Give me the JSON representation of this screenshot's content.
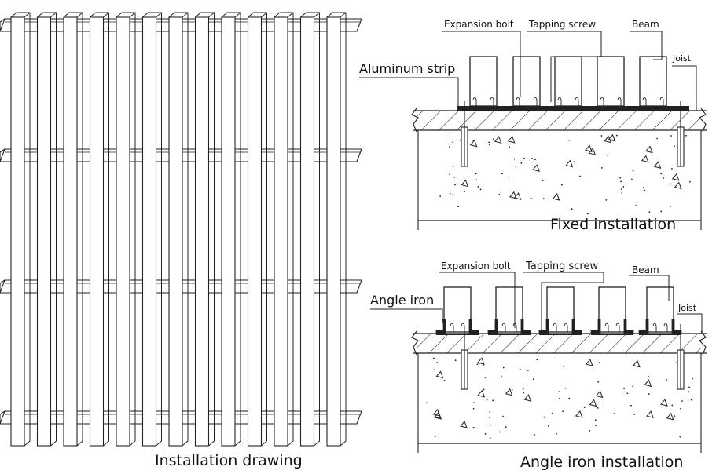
{
  "left_panel": {
    "caption": "Installation drawing"
  },
  "fixed_panel": {
    "caption": "Fixed installation",
    "labels": {
      "expansion_bolt": "Expansion bolt",
      "tapping_screw": "Tapping screw",
      "beam": "Beam",
      "strip": "Aluminum strip",
      "joist": "Joist"
    }
  },
  "angle_panel": {
    "caption": "Angle iron installation",
    "labels": {
      "expansion_bolt": "Expansion bolt",
      "tapping_screw": "Tapping screw",
      "beam": "Beam",
      "angle_iron": "Angle iron",
      "joist": "Joist"
    }
  },
  "colors": {
    "line": "#222222",
    "fill": "#ffffff"
  }
}
